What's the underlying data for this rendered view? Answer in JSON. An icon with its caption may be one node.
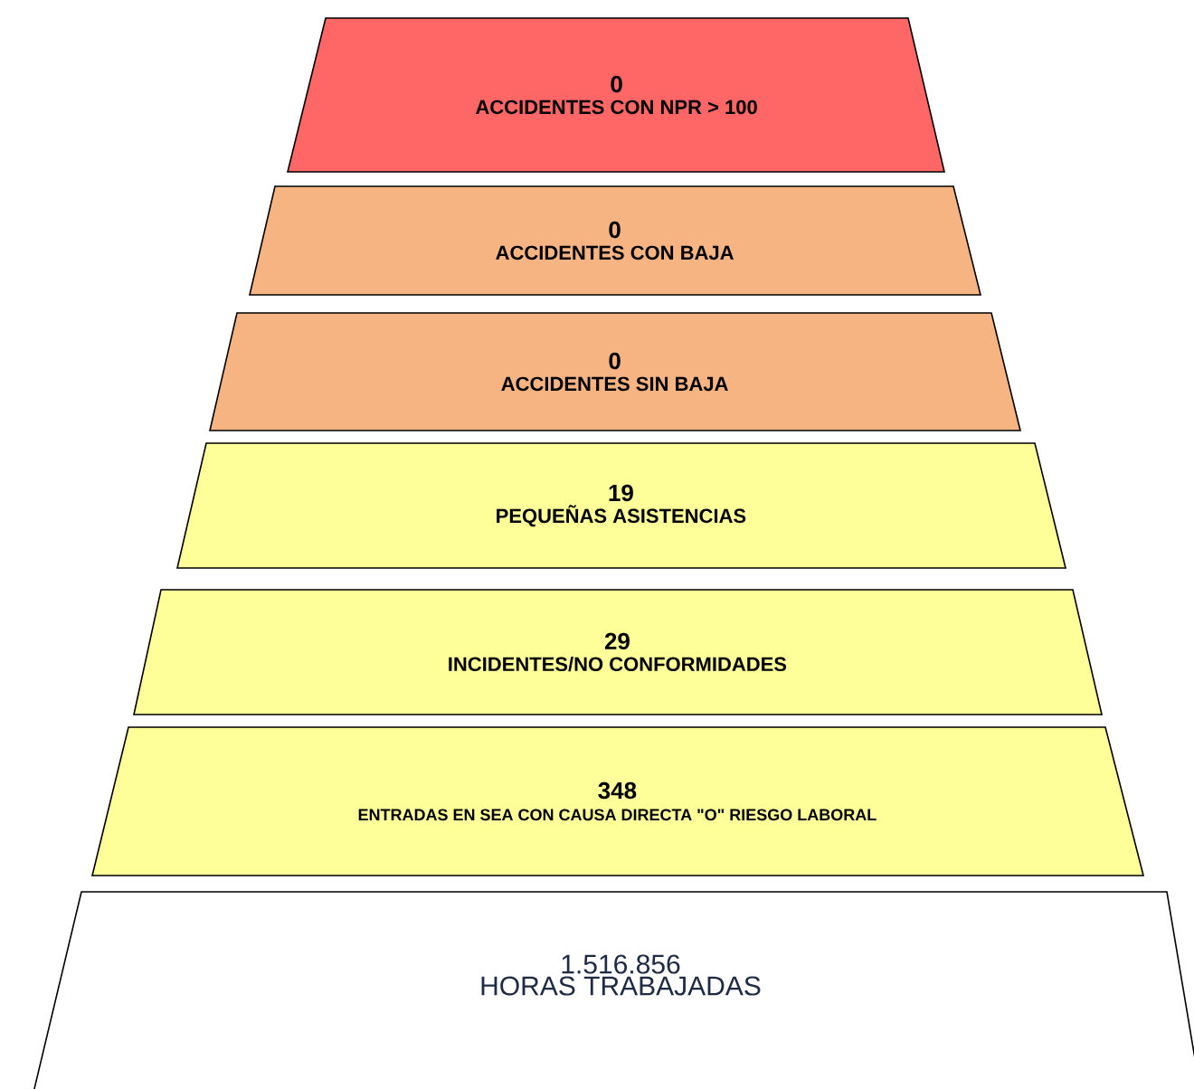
{
  "diagram": {
    "nodes": [
      {
        "text": [
          "0",
          "ACCIDENTES CON NPR > 100"
        ]
      },
      {
        "text": [
          "0",
          "ACCIDENTES  CON BAJA"
        ]
      },
      {
        "text": [
          "0",
          "ACCIDENTES  SIN  BAJA"
        ]
      },
      {
        "text": [
          "19",
          "PEQUEÑAS ASISTENCIAS"
        ]
      },
      {
        "text": [
          "29",
          "INCIDENTES/NO CONFORMIDADES"
        ]
      },
      {
        "text": [
          "348",
          "ENTRADAS EN SEA CON CAUSA DIRECTA \"O\" RIESGO LABORAL"
        ]
      },
      {
        "text": [
          "1.516.856",
          "HORAS TRABAJADAS"
        ]
      }
    ]
  }
}
